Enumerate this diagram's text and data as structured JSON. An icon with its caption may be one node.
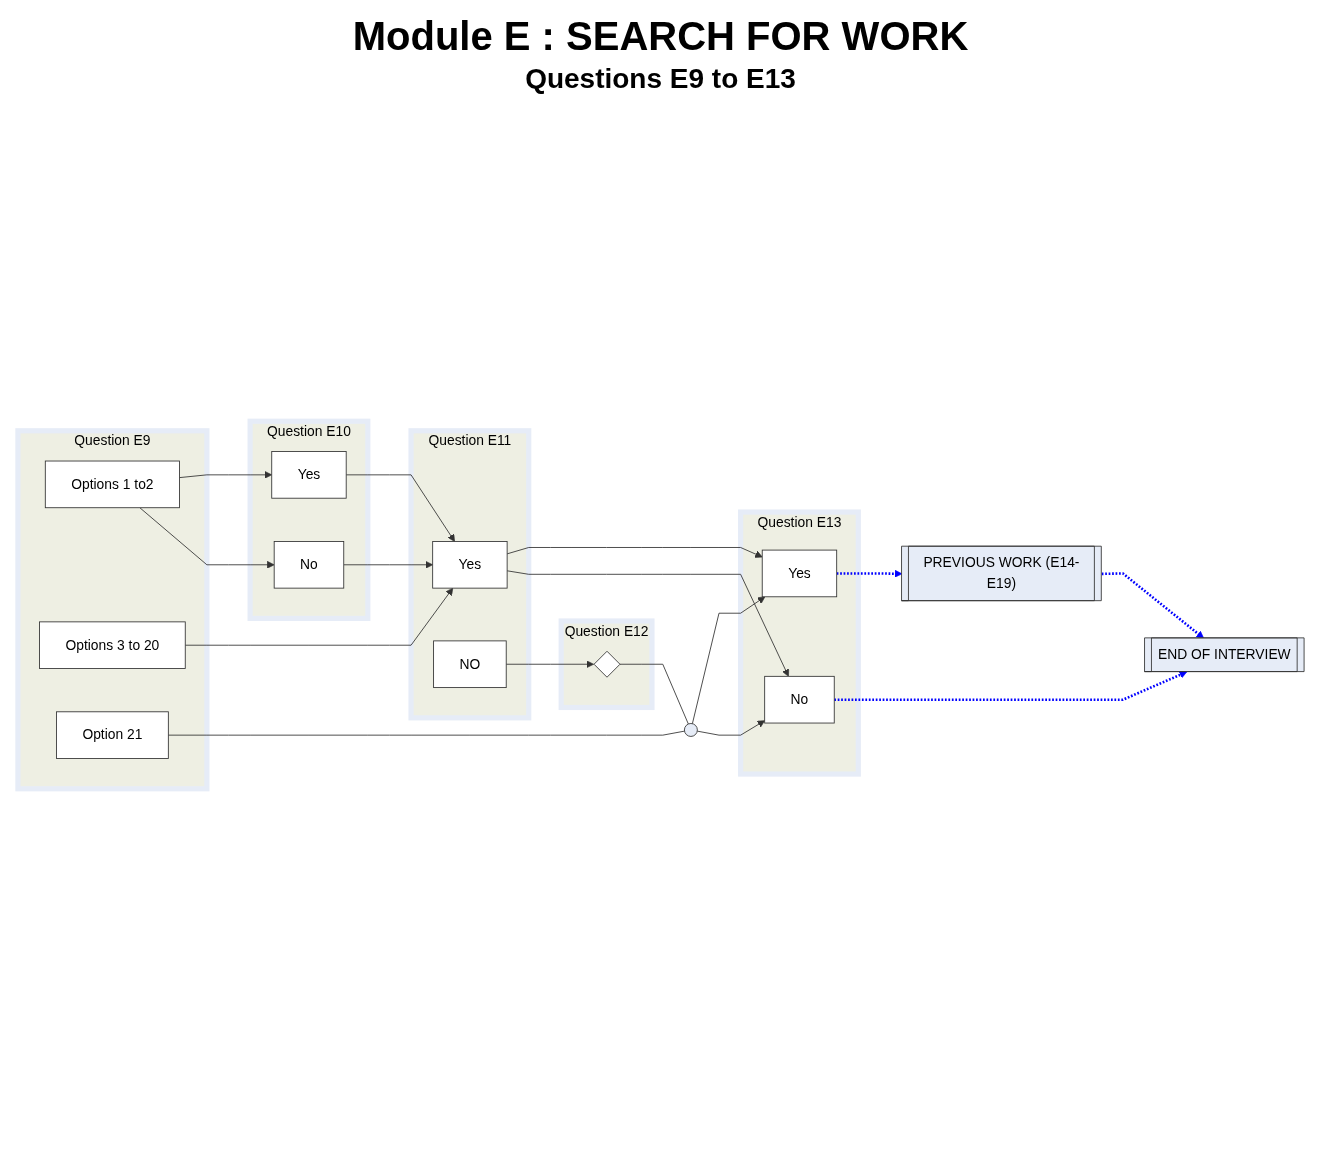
{
  "diagram": {
    "title": "Module E : SEARCH FOR WORK",
    "nodes": [
      {
        "text": [
          "Question E9"
        ]
      },
      {
        "text": [
          "Options 1 to2"
        ],
        "in": 0
      },
      {
        "text": [
          "Options 3 to 20"
        ],
        "in": 0
      },
      {
        "text": [
          "Option 21"
        ],
        "in": 0
      },
      {
        "text": [
          "Question E10"
        ]
      },
      {
        "text": [
          "Yes"
        ],
        "in": 4
      },
      {
        "text": [
          "No"
        ],
        "in": 4
      },
      {
        "text": [
          "Question E11"
        ]
      },
      {
        "text": [
          "Yes"
        ],
        "in": 7
      },
      {
        "text": [
          "NO"
        ],
        "in": 7
      },
      {
        "text": [
          "Question E12"
        ]
      },
      {
        "text": [],
        "shape": "diamond",
        "in": 10
      },
      {
        "text": [
          "Question E13"
        ]
      },
      {
        "text": [],
        "shape": "circle"
      },
      {
        "text": [
          "Yes"
        ],
        "in": 12
      },
      {
        "text": [
          "No"
        ],
        "in": 12
      },
      {
        "text": [
          "PREVIOUS WORK (E14-E19)"
        ]
      },
      {
        "text": [
          "END OF INTERVIEW"
        ]
      }
    ],
    "edges": [
      {
        "from": 1,
        "to": 5,
        "arrow": "to"
      },
      {
        "from": 1,
        "to": 6,
        "arrow": "to"
      },
      {
        "from": 5,
        "to": 8,
        "arrow": "to"
      },
      {
        "from": 6,
        "to": 8,
        "arrow": "to"
      },
      {
        "from": 2,
        "to": 8,
        "arrow": "to"
      },
      {
        "from": 8,
        "to": 14,
        "arrow": "to"
      },
      {
        "from": 8,
        "to": 15,
        "arrow": "to"
      },
      {
        "from": 9,
        "to": 11,
        "arrow": "to"
      },
      {
        "from": 11,
        "to": 13,
        "arrow": "none"
      },
      {
        "from": 3,
        "to": 13,
        "arrow": "none"
      },
      {
        "from": 13,
        "to": 14,
        "arrow": "to"
      },
      {
        "from": 13,
        "to": 15,
        "arrow": "to"
      },
      {
        "from": 14,
        "to": 16,
        "arrow": "to",
        "style": "dashed",
        "color": "#0000ff"
      },
      {
        "from": 16,
        "to": 17,
        "arrow": "to",
        "style": "dashed",
        "color": "#0000ff"
      },
      {
        "from": 15,
        "to": 17,
        "arrow": "to",
        "style": "dashed",
        "color": "#0000ff"
      }
    ],
    "labels": [
      "Questions E9 to E13"
    ]
  }
}
